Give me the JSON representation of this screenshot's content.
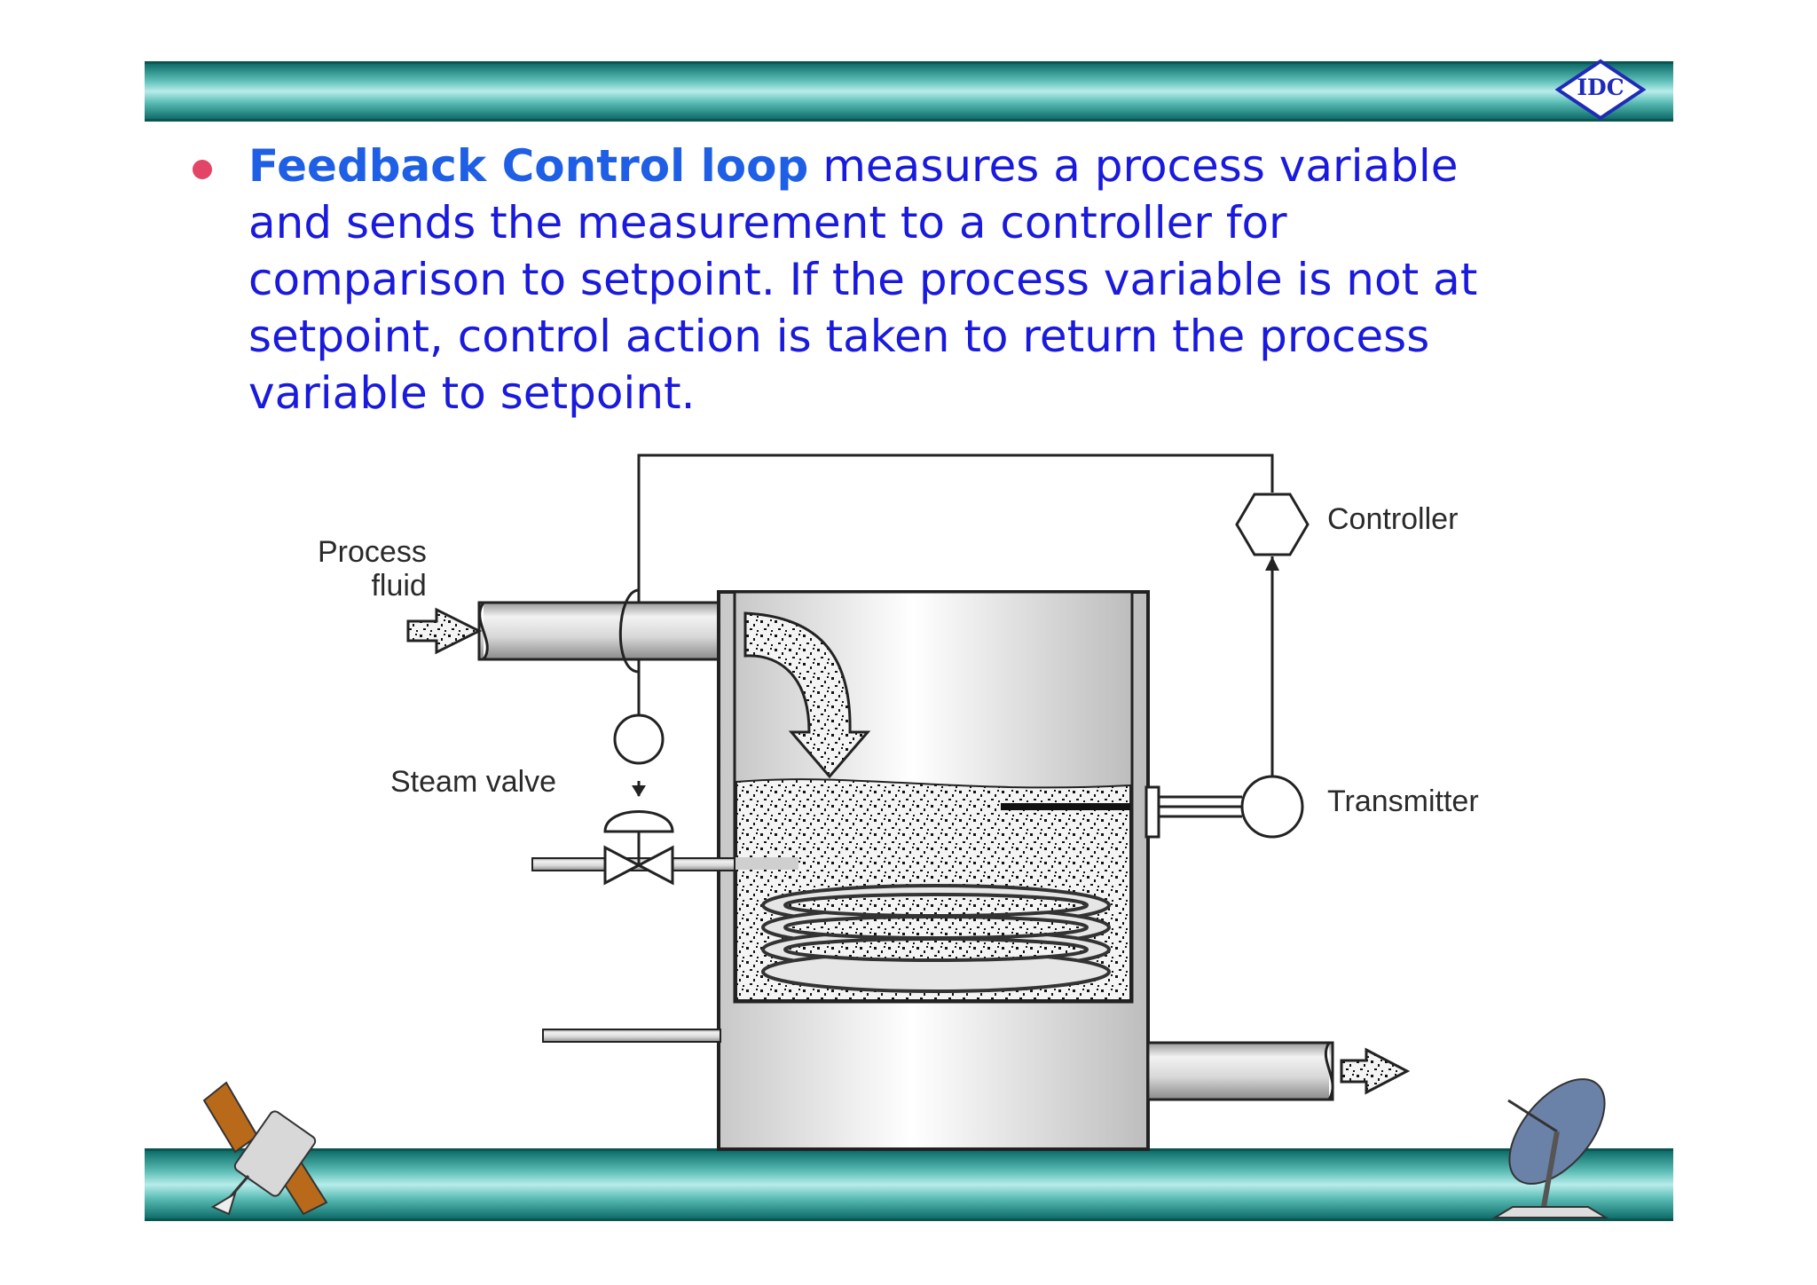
{
  "logo": {
    "text": "IDC"
  },
  "bullet": {
    "emphasis": "Feedback Control loop",
    "text": " measures a process variable\nand sends the measurement to a controller for\ncomparison to setpoint. If the process variable is not at\nsetpoint, control action is taken to return the process\nvariable to setpoint."
  },
  "diagram": {
    "process_fluid_label": "Process\nfluid",
    "controller_label": "Controller",
    "steam_valve_label": "Steam valve",
    "transmitter_label": "Transmitter"
  },
  "colors": {
    "band": "#4fb3ac",
    "text": "#1a1adc",
    "emphasis": "#1f5fe6",
    "bullet": "#e24565"
  },
  "icons": [
    "satellite-icon",
    "satellite-dish-icon"
  ]
}
